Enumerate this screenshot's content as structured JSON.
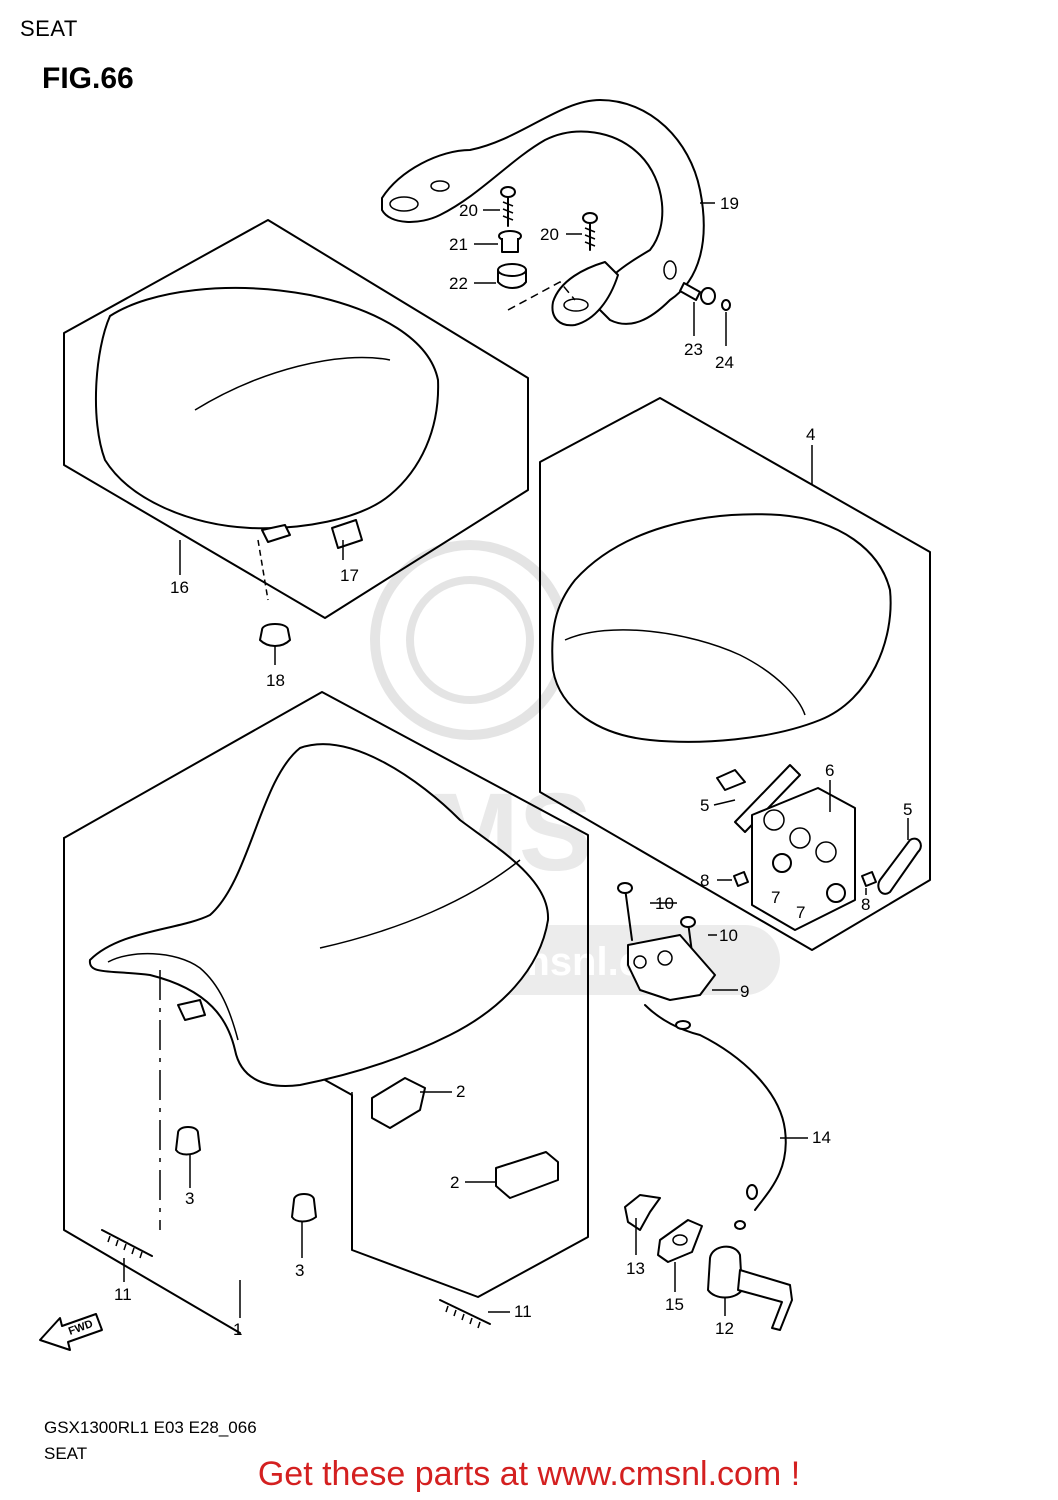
{
  "header": {
    "category": "SEAT",
    "figure": "FIG.66"
  },
  "footer": {
    "model_code": "GSX1300RL1 E03 E28_066",
    "section": "SEAT"
  },
  "promo": "Get these parts at www.cmsnl.com !",
  "watermark": {
    "text": "www.cmsnl.com",
    "logo_text": "CMS"
  },
  "fwd_arrow": "FWD",
  "callouts": {
    "c1": "1",
    "c2a": "2",
    "c2b": "2",
    "c3a": "3",
    "c3b": "3",
    "c4": "4",
    "c5a": "5",
    "c5b": "5",
    "c6": "6",
    "c7a": "7",
    "c7b": "7",
    "c8a": "8",
    "c8b": "8",
    "c9": "9",
    "c10a": "10",
    "c10b": "10",
    "c11a": "11",
    "c11b": "11",
    "c12": "12",
    "c13": "13",
    "c14": "14",
    "c15": "15",
    "c16": "16",
    "c17": "17",
    "c18": "18",
    "c19": "19",
    "c20a": "20",
    "c20b": "20",
    "c21": "21",
    "c22": "22",
    "c23": "23",
    "c24": "24"
  },
  "colors": {
    "promo": "#d42020",
    "watermark": "#cccccc"
  }
}
